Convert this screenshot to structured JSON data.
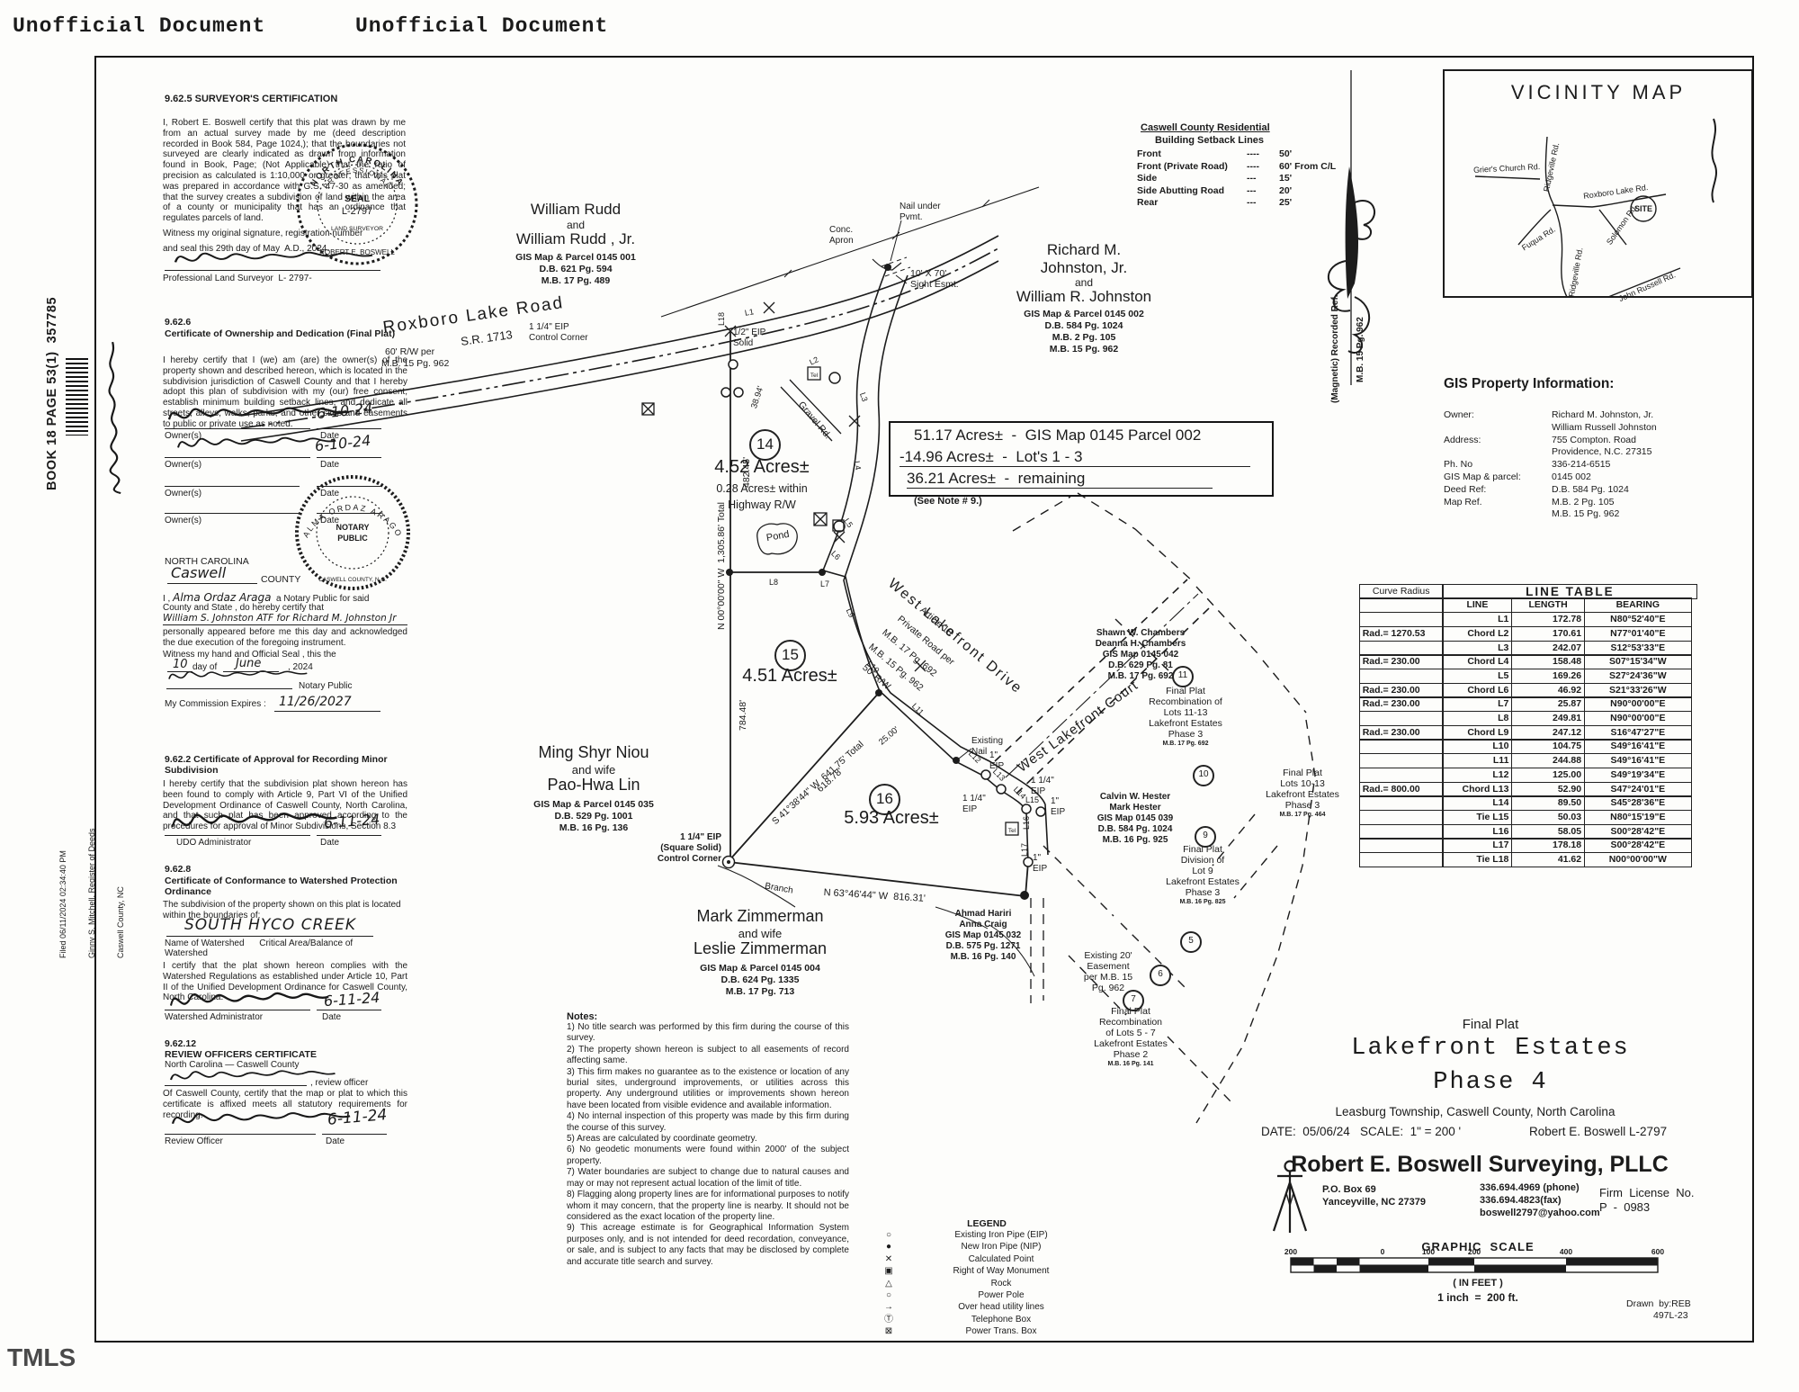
{
  "page": {
    "unofficial": "Unofficial Document",
    "tmls": "TMLS"
  },
  "stamp": {
    "book": "BOOK 18 PAGE 53(1)  357785",
    "filed1": "Filed 06/11/2024 02:34:40 PM",
    "filed2": "Ginny S. Mitchell, Register of Deeds",
    "filed3": "Caswell County, NC"
  },
  "certs": {
    "surveyor": {
      "heading": "9.62.5 SURVEYOR'S CERTIFICATION",
      "body": "I, Robert E. Boswell certify that this plat was drawn by me from an actual survey made by me (deed description recorded in Book 584, Page 1024,); that the boundaries not surveyed are clearly indicated as drawn from information found in Book, Page; (Not Applicable) that the ratio of precision as calculated is 1:10,000 or greater; that this plat was prepared in accordance with G.S. 47-30 as amended; that the survey creates a subdivision of land within the area of a county or municipality that has an ordinance that regulates parcels of land.",
      "witness": "Witness my original signature, registration number",
      "seal_line": "and seal this 29th day of May  A.D., 2024.",
      "title_line": "Professional Land Surveyor  L- 2797-"
    },
    "ownership": {
      "heading1": "9.62.6",
      "heading2": "Certificate of Ownership and Dedication (Final Plat)",
      "body": "I hereby certify that I (we) am (are) the owner(s) of the property shown and described hereon, which is located in the subdivision jurisdiction of Caswell County and that I hereby adopt this plan of subdivision with my (our) free consent, establish minimum building setback lines, and dedicate all streets, alleys, walks, parks, and other sites and easements to public or private use as noted.",
      "owner_label": "Owner(s)",
      "date_label": "Date",
      "date1": "6-10-24",
      "date2": "6-10-24"
    },
    "notary": {
      "state": "NORTH CAROLINA",
      "county_hand": "Caswell",
      "county_label": "COUNTY",
      "line1a": "I ,",
      "name": "Alma Ordaz Araga",
      "line1b": "a Notary Public for said",
      "line2": "County and State , do hereby certify that",
      "ack": "William S. Johnston ATF for Richard M. Johnston Jr",
      "line3": "personally appeared before me this day and acknowledged the due execution of the foregoing instrument.",
      "witness": "Witness my hand and Official Seal , this the",
      "day": "10",
      "day_mid": "day of",
      "month": "June",
      "year": ", 2024",
      "np": "Notary Public",
      "exp_label": "My Commission Expires :",
      "exp": "11/26/2027"
    },
    "minor_sub": {
      "heading": "9.62.2  Certificate of Approval for Recording Minor Subdivision",
      "body": "I hereby certify that the subdivision plat shown hereon has been found to comply with Article 9, Part VI of the Unified Development Ordinance of Caswell County, North Carolina, and that such plat has been approved according to the procedures for approval of Minor Subdivisions, Section 8.3",
      "admin_label": "UDO Administrator",
      "date": "6-11-24",
      "date_label": "Date"
    },
    "watershed": {
      "heading1": "9.62.8",
      "heading2": "Certificate of Conformance to Watershed Protection Ordinance",
      "body1": "The subdivision of the property shown on this plat is located within the boundaries of:",
      "watershed_hand": "SOUTH HYCO CREEK",
      "labels1": "Name of Watershed      Critical Area/Balance of",
      "labels2": "Watershed",
      "body2": "I certify that the plat shown hereon complies with the Watershed Regulations as established under Article 10, Part II of the Unified Development Ordinance for Caswell County, North Carolina.",
      "admin_label": "Watershed Administrator",
      "date": "6-11-24",
      "date_label": "Date"
    },
    "review": {
      "heading1": "9.62.12",
      "heading2": "REVIEW OFFICERS CERTIFICATE",
      "heading3": "North Carolina — Caswell County",
      "officer_note": ", review officer",
      "body": "Of Caswell County, certify that the map or plat to which this certificate is affixed meets all statutory requirements for recording.",
      "officer_label": "Review Officer",
      "date": "6-11-24",
      "date_label": "Date"
    }
  },
  "seal_surveyor": {
    "top": "NORTH CAROLINA",
    "mid": "PROFESSIONAL",
    "c1": "SEAL",
    "c2": "L-2797",
    "c3": "LAND SURVEYOR",
    "bottom": "ROBERT E. BOSWELL"
  },
  "seal_notary": {
    "top": "ALMA ORDAZ ARAGO",
    "c1": "NOTARY",
    "c2": "PUBLIC",
    "bottom": "CASWELL COUNTY, N.C."
  },
  "setbacks": {
    "title1": "Caswell County Residential",
    "title2": "Building Setback Lines",
    "rows": [
      {
        "label": "Front",
        "dash": "----",
        "value": "50'"
      },
      {
        "label": "Front (Private Road)",
        "dash": "----",
        "value": "60'  From  C/L"
      },
      {
        "label": "Side",
        "dash": "---",
        "value": "15'"
      },
      {
        "label": "Side Abutting Road",
        "dash": "---",
        "value": "20'"
      },
      {
        "label": "Rear",
        "dash": "---",
        "value": "25'"
      }
    ]
  },
  "vicinity": {
    "title": "VICINITY MAP",
    "site": "SITE",
    "griers": "Grier's Church Rd.",
    "ridgeville_n": "Ridgeville Rd.",
    "roxboro": "Roxboro Lake Rd.",
    "solomon": "Solomon Rd.",
    "fuqua": "Fuqua Rd.",
    "john_russell": "John Russell Rd.",
    "ridgeville_s": "Ridgeville Rd."
  },
  "gis_info": {
    "title": "GIS Property Information:",
    "rows": [
      {
        "label": "Owner:",
        "value": "Richard M. Johnston, Jr."
      },
      {
        "label": "",
        "value": "William Russell Johnston"
      },
      {
        "label": "Address:",
        "value": "755 Compton. Road"
      },
      {
        "label": "",
        "value": "Providence, N.C. 27315"
      },
      {
        "label": "Ph. No",
        "value": "336-214-6515"
      },
      {
        "label": "GIS Map & parcel:",
        "value": "0145 002"
      },
      {
        "label": "Deed Ref:",
        "value": "D.B. 584 Pg. 1024"
      },
      {
        "label": "Map Ref.",
        "value": "M.B. 2 Pg. 105"
      },
      {
        "label": "",
        "value": "M.B. 15 Pg. 962"
      }
    ]
  },
  "line_table": {
    "curve_header": "Curve Radius",
    "title": "LINE TABLE",
    "col_line": "LINE",
    "col_length": "LENGTH",
    "col_bearing": "BEARING",
    "rows": [
      {
        "rad": "",
        "line": "L1",
        "len": "172.78",
        "brg": "N80°52'40\"E"
      },
      {
        "rad": "Rad.= 1270.53",
        "line": "Chord L2",
        "len": "170.61",
        "brg": "N77°01'40\"E"
      },
      {
        "rad": "",
        "line": "L3",
        "len": "242.07",
        "brg": "S12°53'33\"E"
      },
      {
        "rad": "Rad.= 230.00",
        "line": "Chord L4",
        "len": "158.48",
        "brg": "S07°15'34\"W"
      },
      {
        "rad": "",
        "line": "L5",
        "len": "169.26",
        "brg": "S27°24'36\"W"
      },
      {
        "rad": "Rad.= 230.00",
        "line": "Chord L6",
        "len": "46.92",
        "brg": "S21°33'26\"W"
      },
      {
        "rad": "Rad.= 230.00",
        "line": "L7",
        "len": "25.87",
        "brg": "N90°00'00\"E"
      },
      {
        "rad": "",
        "line": "L8",
        "len": "249.81",
        "brg": "N90°00'00\"E"
      },
      {
        "rad": "Rad.= 230.00",
        "line": "Chord L9",
        "len": "247.12",
        "brg": "S16°47'27\"E"
      },
      {
        "rad": "",
        "line": "L10",
        "len": "104.75",
        "brg": "S49°16'41\"E"
      },
      {
        "rad": "",
        "line": "L11",
        "len": "244.88",
        "brg": "S49°16'41\"E"
      },
      {
        "rad": "",
        "line": "L12",
        "len": "125.00",
        "brg": "S49°19'34\"E"
      },
      {
        "rad": "Rad.= 800.00",
        "line": "Chord L13",
        "len": "52.90",
        "brg": "S47°24'01\"E"
      },
      {
        "rad": "",
        "line": "L14",
        "len": "89.50",
        "brg": "S45°28'36\"E"
      },
      {
        "rad": "",
        "line": "Tie L15",
        "len": "50.03",
        "brg": "N80°15'19\"E"
      },
      {
        "rad": "",
        "line": "L16",
        "len": "58.05",
        "brg": "S00°28'42\"E"
      },
      {
        "rad": "",
        "line": "L17",
        "len": "178.18",
        "brg": "S00°28'42\"E"
      },
      {
        "rad": "",
        "line": "Tie L18",
        "len": "41.62",
        "brg": "N00°00'00\"W"
      }
    ]
  },
  "north": {
    "mag": "(Magnetic) Recorded Ref.",
    "mb": "M.B. 15 Pg. 962"
  },
  "parcels": {
    "rudd": {
      "n1": "William Rudd",
      "n2": "and",
      "n3": "William Rudd , Jr.",
      "l1": "GIS Map & Parcel 0145 001",
      "l2": "D.B. 621 Pg. 594",
      "l3": "M.B. 17 Pg. 489"
    },
    "johnston": {
      "n1": "Richard M.",
      "n2": "Johnston, Jr.",
      "n3": "and",
      "n4": "William R. Johnston",
      "l1": "GIS Map & Parcel 0145 002",
      "l2": "D.B. 584 Pg. 1024",
      "l3": "M.B. 2 Pg. 105",
      "l4": "M.B. 15 Pg. 962"
    },
    "niou": {
      "n1": "Ming Shyr Niou",
      "n2": "and wife",
      "n3": "Pao-Hwa Lin",
      "l1": "GIS Map & Parcel 0145 035",
      "l2": "D.B. 529 Pg. 1001",
      "l3": "M.B. 16 Pg. 136"
    },
    "zimmerman": {
      "n1": "Mark Zimmerman",
      "n2": "and wife",
      "n3": "Leslie Zimmerman",
      "l1": "GIS Map & Parcel 0145 004",
      "l2": "D.B. 624 Pg. 1335",
      "l3": "M.B. 17 Pg. 713"
    },
    "chambers": {
      "n1": "Shawn W. Chambers",
      "n2": "Deanna H. Chambers",
      "l1": "GIS Map 0145 042",
      "l2": "D.B. 629 Pg. 81",
      "l3": "M.B. 17 Pg. 692"
    },
    "hester": {
      "n1": "Calvin W. Hester",
      "n2": "Mark Hester",
      "l1": "GIS Map 0145 039",
      "l2": "D.B. 584 Pg. 1024",
      "l3": "M.B. 16 Pg. 925"
    },
    "hariri": {
      "n1": "Ahmad Hariri",
      "n2": "Anna Craig",
      "l1": "GIS Map 0145 032",
      "l2": "D.B. 575 Pg. 1271",
      "l3": "M.B. 16 Pg. 140"
    }
  },
  "acreage": {
    "l1": "51.17 Acres±  -  GIS Map 0145 Parcel 002",
    "l2": "-14.96 Acres±  -  Lot's 1 - 3",
    "l3": "36.21 Acres±  -  remaining",
    "note": "(See Note # 9.)"
  },
  "lots": {
    "n14": "14",
    "a14": "4.52 Acres±",
    "a14b": "0.28 Acres± within",
    "a14c": "Highway R/W",
    "n15": "15",
    "a15": "4.51 Acres±",
    "n16": "16",
    "a16": "5.93 Acres±"
  },
  "roads": {
    "roxboro": "Roxboro Lake Road",
    "sr": "S.R. 1713",
    "rw1": "60' R/W per",
    "rw2": "M.B. 15 Pg. 962",
    "wld": "West Lakefront Drive",
    "wld1": "Article 10",
    "wld2": "Private Road per",
    "wld3": "M.B. 17 Pg. 692",
    "wld4": "M.B. 15 Pg. 962",
    "wld5": "50' R/W",
    "wlc": "West Lakefront Court"
  },
  "marks": {
    "eip_half": "1/2\" EIP\nSolid",
    "conc": "Conc.\nApron",
    "nail": "Nail under\nPvmt.",
    "sight": "10' X 70'\nSight Esmt.",
    "cc": "1 1/4\" EIP\nControl Corner",
    "gravel": "Gravel Rd.",
    "pond": "Pond",
    "branch": "Branch",
    "existing_nail": "Existing\nNail",
    "eip1": "1\"\nEIP",
    "eip114": "1 1/4\"\nEIP",
    "sq1": "1 1/4\" EIP",
    "sq2": "(Square Solid)",
    "sq3": "Control Corner",
    "ease1": "Existing 20'",
    "ease2": "Easement",
    "ease3": "per M.B. 15",
    "ease4": "Pg. 962",
    "tel": "Tel"
  },
  "dims": {
    "west_total": "N 00°00'00\" W  1,305.86' Total",
    "d482": "482.45'",
    "d784": "784.48'",
    "d3894": "38.94'",
    "diag": "S 41°38'44\" W  641.75' Total",
    "d618": "618.78'",
    "south": "N 63°46'44\" W  816.31'",
    "d25": "25.00'"
  },
  "lineno": {
    "l1": "L1",
    "l2": "L2",
    "l3": "L3",
    "l4": "L4",
    "l5": "L5",
    "l6": "L6",
    "l7": "L7",
    "l8": "L8",
    "l9": "L9",
    "l10": "L10",
    "l11": "L11",
    "l12": "L12",
    "l13": "L13",
    "l14": "L14",
    "l15": "L15",
    "l16": "L16",
    "l17": "L17",
    "l18": "L18"
  },
  "phases": {
    "p1113": [
      "Final Plat",
      "Recombination of",
      "Lots 11-13",
      "Lakefront Estates",
      "Phase 3",
      "M.B. 17 Pg. 692"
    ],
    "p1013": [
      "Final Plat",
      "Lots 10-13",
      "Lakefront Estates",
      "Phase 3",
      "M.B. 17 Pg. 464"
    ],
    "p9": [
      "Final Plat",
      "Division of",
      "Lot 9",
      "Lakefront Estates",
      "Phase 3",
      "M.B. 16 Pg. 825"
    ],
    "p57": [
      "Final Plat",
      "Recombination",
      "of Lots 5 - 7",
      "Lakefront Estates",
      "Phase 2",
      "M.B. 16 Pg. 141"
    ],
    "nums": {
      "n5": "5",
      "n6": "6",
      "n7": "7",
      "n9": "9",
      "n10": "10",
      "n11": "11"
    }
  },
  "notes": {
    "title": "Notes:",
    "items": [
      {
        "text": "1) No title search was performed by this firm during the course of this survey."
      },
      {
        "text": "2) The property shown hereon is subject to all easements of record affecting same."
      },
      {
        "text": "3) This firm makes no guarantee as to the existence or location of any burial sites, underground improvements, or utilities across this property.  Any underground utilities or improvements shown hereon have been located from visible evidence and available information."
      },
      {
        "text": "4) No internal inspection of this property was made by this firm during the course of this survey."
      },
      {
        "text": "5) Areas are calculated by coordinate geometry."
      },
      {
        "text": "6) No geodetic monuments were found within 2000' of the subject property."
      },
      {
        "text": "7) Water boundaries are subject to change due to natural causes and may or may not represent actual location of the limit of title."
      },
      {
        "text": "8) Flagging along property lines are for informational purposes  to  notify whom it may concern, that the property line is nearby. It should not be considered as the exact location of the property line."
      },
      {
        "text": "9) This acreage estimate is for Geographical Information System purposes only, and is not intended for deed recordation, conveyance, or sale, and is subject to any facts that may be disclosed by complete and accurate title search and survey."
      }
    ]
  },
  "legend": {
    "title": "LEGEND",
    "items": [
      {
        "glyph": "○",
        "label": "Existing Iron Pipe (EIP)"
      },
      {
        "glyph": "●",
        "label": "New Iron Pipe (NIP)"
      },
      {
        "glyph": "✕",
        "label": "Calculated Point"
      },
      {
        "glyph": "▣",
        "label": "Right of Way Monument"
      },
      {
        "glyph": "△",
        "label": "Rock"
      },
      {
        "glyph": "○",
        "label": "Power Pole"
      },
      {
        "glyph": "→",
        "label": "Over head utility lines"
      },
      {
        "glyph": "Ⓣ",
        "label": "Telephone Box"
      },
      {
        "glyph": "⊠",
        "label": "Power Trans. Box"
      }
    ]
  },
  "title_block": {
    "final_plat": "Final Plat",
    "name": "Lakefront Estates",
    "phase": "Phase 4",
    "township": "Leasburg Township, Caswell County, North Carolina",
    "date_scale": "DATE:  05/06/24   SCALE:  1\" = 200 '",
    "surveyor_ref": "Robert E. Boswell L-2797",
    "firm": "Robert E. Boswell Surveying, PLLC",
    "addr1": "P.O. Box 69",
    "addr2": "Yanceyville, NC 27379",
    "phone": "336.694.4969 (phone)",
    "fax": "336.694.4823(fax)",
    "email": "boswell2797@yahoo.com",
    "license1": "Firm  License  No.",
    "license2": "P  -  0983",
    "scale_title": "GRAPHIC  SCALE",
    "scale_ticks": [
      "200",
      "0",
      "100",
      "200",
      "400",
      "600"
    ],
    "in_feet": "( IN FEET )",
    "inch_eq": "1 inch  =  200 ft.",
    "drawn_by": "Drawn  by:REB",
    "job": "497L-23"
  }
}
